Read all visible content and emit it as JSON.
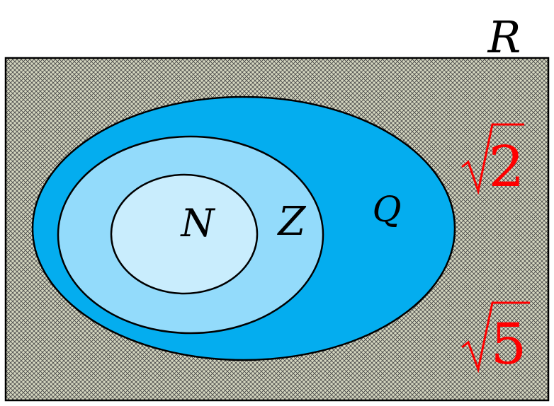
{
  "sets": {
    "R": {
      "label": "R",
      "fill": "#d5d7c0",
      "hatch_color": "#4a4a4a"
    },
    "Q": {
      "label": "Q",
      "fill": "#04adef"
    },
    "Z": {
      "label": "Z",
      "fill": "#93dbfb"
    },
    "N": {
      "label": "N",
      "fill": "#c9edfd"
    }
  },
  "irrational_examples": [
    {
      "radicand": "2"
    },
    {
      "radicand": "5"
    }
  ],
  "colors": {
    "outline": "#000000",
    "root_color": "#ff0000"
  }
}
